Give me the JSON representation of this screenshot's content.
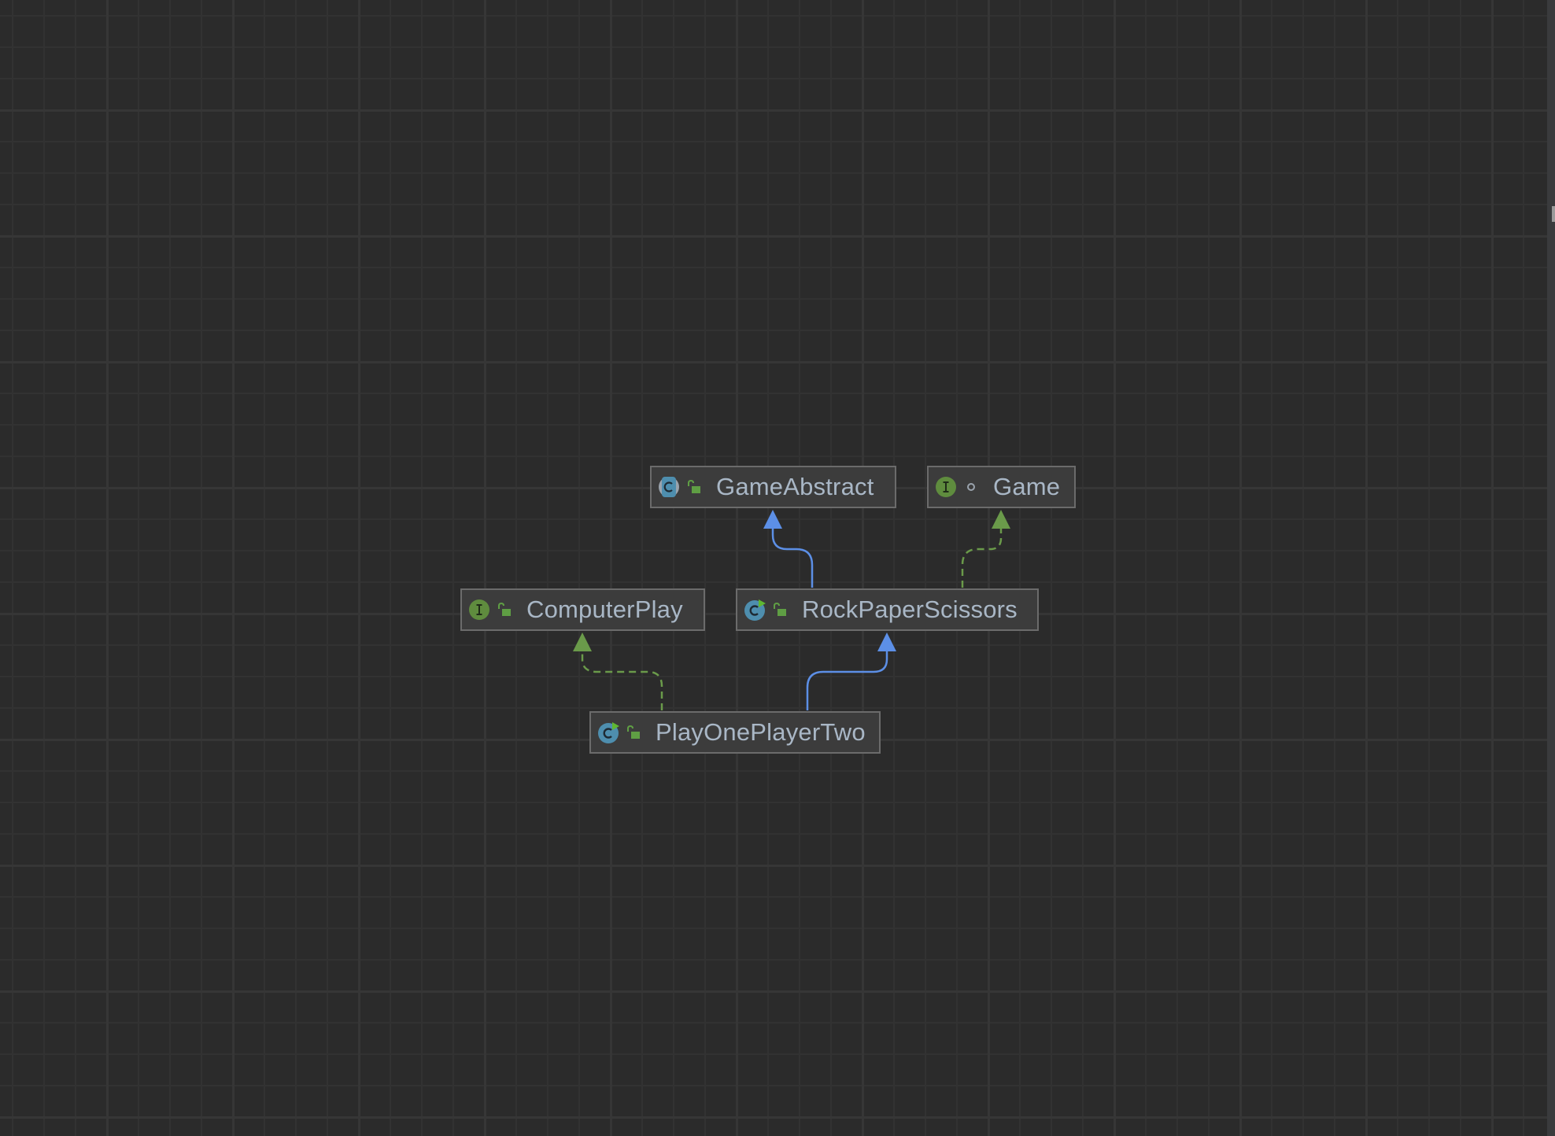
{
  "diagram": {
    "type": "uml-class-hierarchy",
    "colors": {
      "background": "#2b2b2b",
      "node_fill": "#3c3c3c",
      "node_border": "#6b6b6b",
      "node_text": "#a9b7c6",
      "extends_edge": "#5c8fe6",
      "implements_edge": "#6a9a4a",
      "class_icon": "#4e8eae",
      "interface_icon": "#5f8c3e",
      "public_lock": "#5f9e44"
    },
    "nodes": [
      {
        "id": "GameAbstract",
        "label": "GameAbstract",
        "kind": "abstract-class",
        "visibility": "public"
      },
      {
        "id": "Game",
        "label": "Game",
        "kind": "interface",
        "visibility": "package-private"
      },
      {
        "id": "ComputerPlay",
        "label": "ComputerPlay",
        "kind": "interface",
        "visibility": "public"
      },
      {
        "id": "RockPaperScissors",
        "label": "RockPaperScissors",
        "kind": "runnable-class",
        "visibility": "public"
      },
      {
        "id": "PlayOnePlayerTwo",
        "label": "PlayOnePlayerTwo",
        "kind": "runnable-class",
        "visibility": "public"
      }
    ],
    "edges": [
      {
        "from": "RockPaperScissors",
        "to": "GameAbstract",
        "relation": "extends",
        "style": "solid"
      },
      {
        "from": "RockPaperScissors",
        "to": "Game",
        "relation": "implements",
        "style": "dashed"
      },
      {
        "from": "PlayOnePlayerTwo",
        "to": "ComputerPlay",
        "relation": "implements",
        "style": "dashed"
      },
      {
        "from": "PlayOnePlayerTwo",
        "to": "RockPaperScissors",
        "relation": "extends",
        "style": "solid"
      }
    ]
  }
}
